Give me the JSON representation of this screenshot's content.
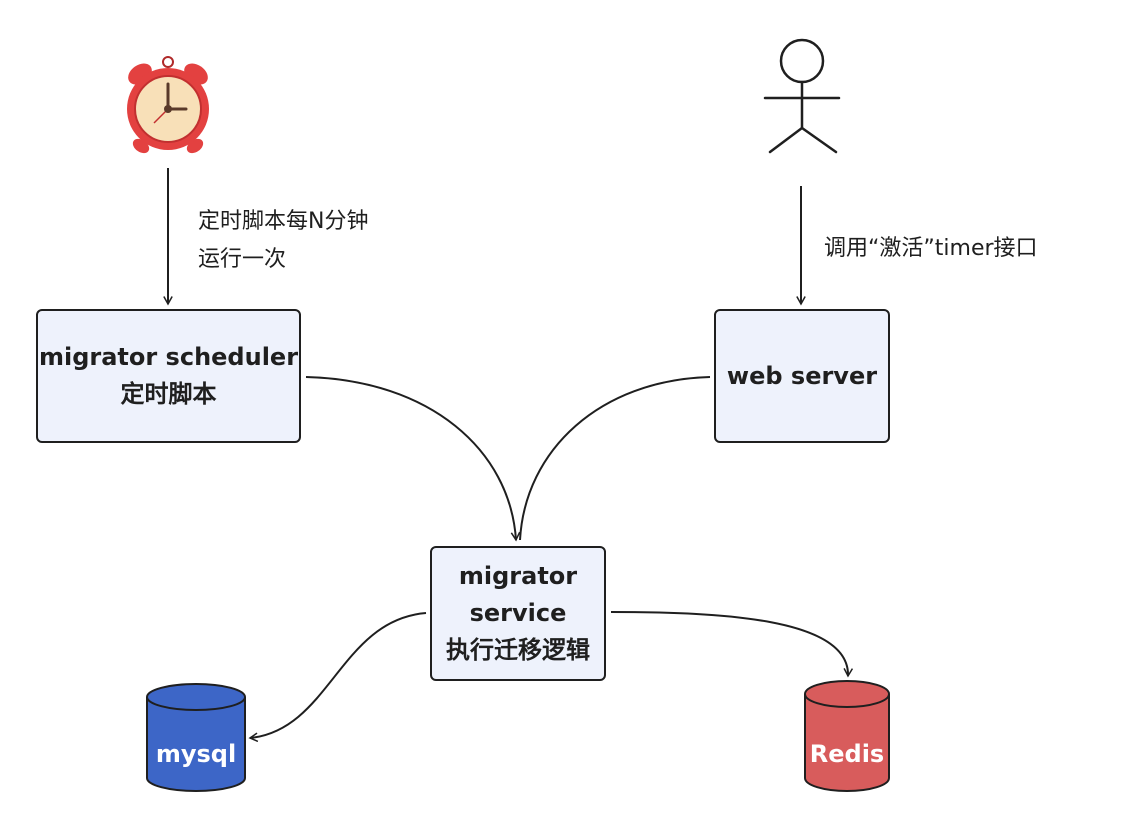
{
  "nodes": {
    "scheduler": {
      "title": "migrator scheduler",
      "subtitle": "定时脚本"
    },
    "web": {
      "title": "web server"
    },
    "service": {
      "line1": "migrator",
      "line2": "service",
      "line3": "执行迁移逻辑"
    }
  },
  "notes": {
    "cron_line1": "定时脚本每N分钟",
    "cron_line2": "运行一次",
    "activate": "调用“激活”timer接口"
  },
  "databases": {
    "mysql": {
      "label": "mysql",
      "color": "#3d66c7"
    },
    "redis": {
      "label": "Redis",
      "color": "#d85c5c"
    }
  },
  "icons": {
    "clock": "alarm-clock-icon",
    "user": "stick-figure-user-icon"
  },
  "colors": {
    "node_fill": "#eef2fc",
    "stroke": "#1f1f1f",
    "clock_red": "#e34140",
    "clock_face": "#f8e0b8"
  }
}
